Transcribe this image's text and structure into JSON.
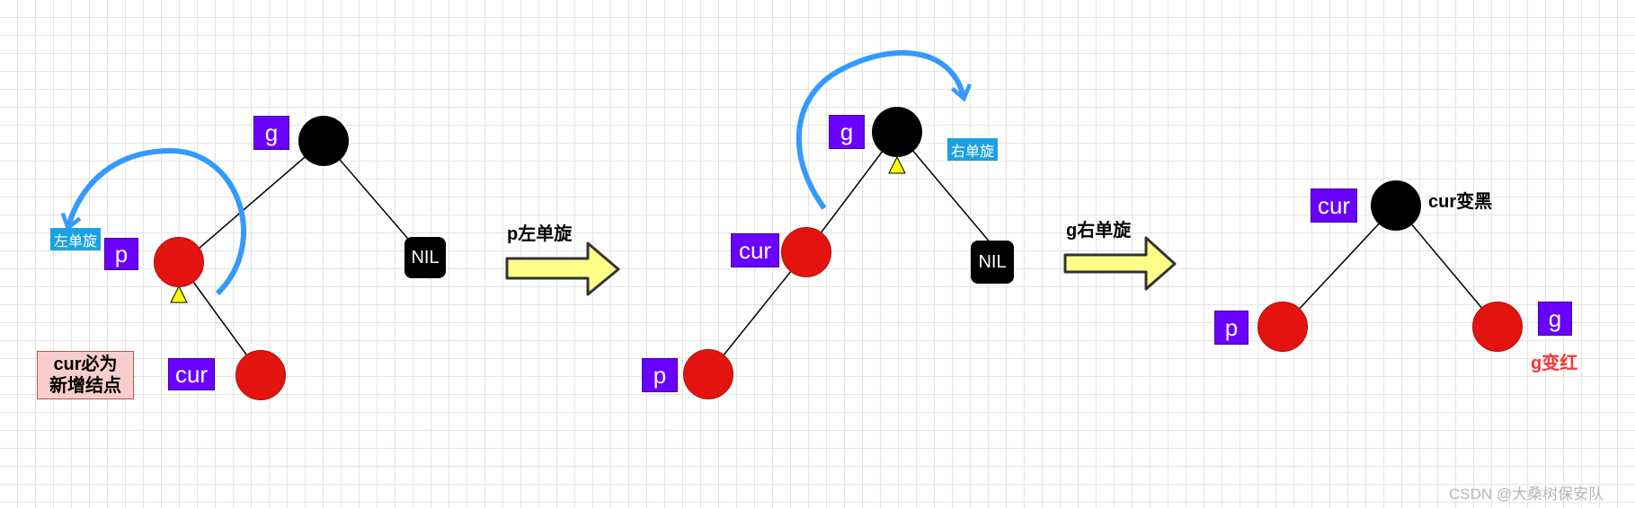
{
  "panel1": {
    "tag_g": "g",
    "tag_p": "p",
    "tag_cur": "cur",
    "nil": "NIL",
    "rotate_label": "左单旋",
    "note_line1": "cur必为",
    "note_line2": "新增结点"
  },
  "step1_label": "p左单旋",
  "panel2": {
    "tag_g": "g",
    "tag_cur": "cur",
    "tag_p": "p",
    "nil": "NIL",
    "rotate_label": "右单旋"
  },
  "step2_label": "g右单旋",
  "panel3": {
    "tag_cur": "cur",
    "tag_p": "p",
    "tag_g": "g",
    "cur_note": "cur变黑",
    "g_note": "g变红"
  },
  "watermark": "CSDN @大桑树保安队",
  "colors": {
    "red_node": "#e3130f",
    "black_node": "#000000",
    "tag_purple": "#6a00ff",
    "rotate_blue": "#1ba1e2",
    "arc_blue": "#3399ff",
    "arrow_yellow": "#ffff88",
    "note_pink": "#f8cecc",
    "warn_red": "#ff3333"
  }
}
